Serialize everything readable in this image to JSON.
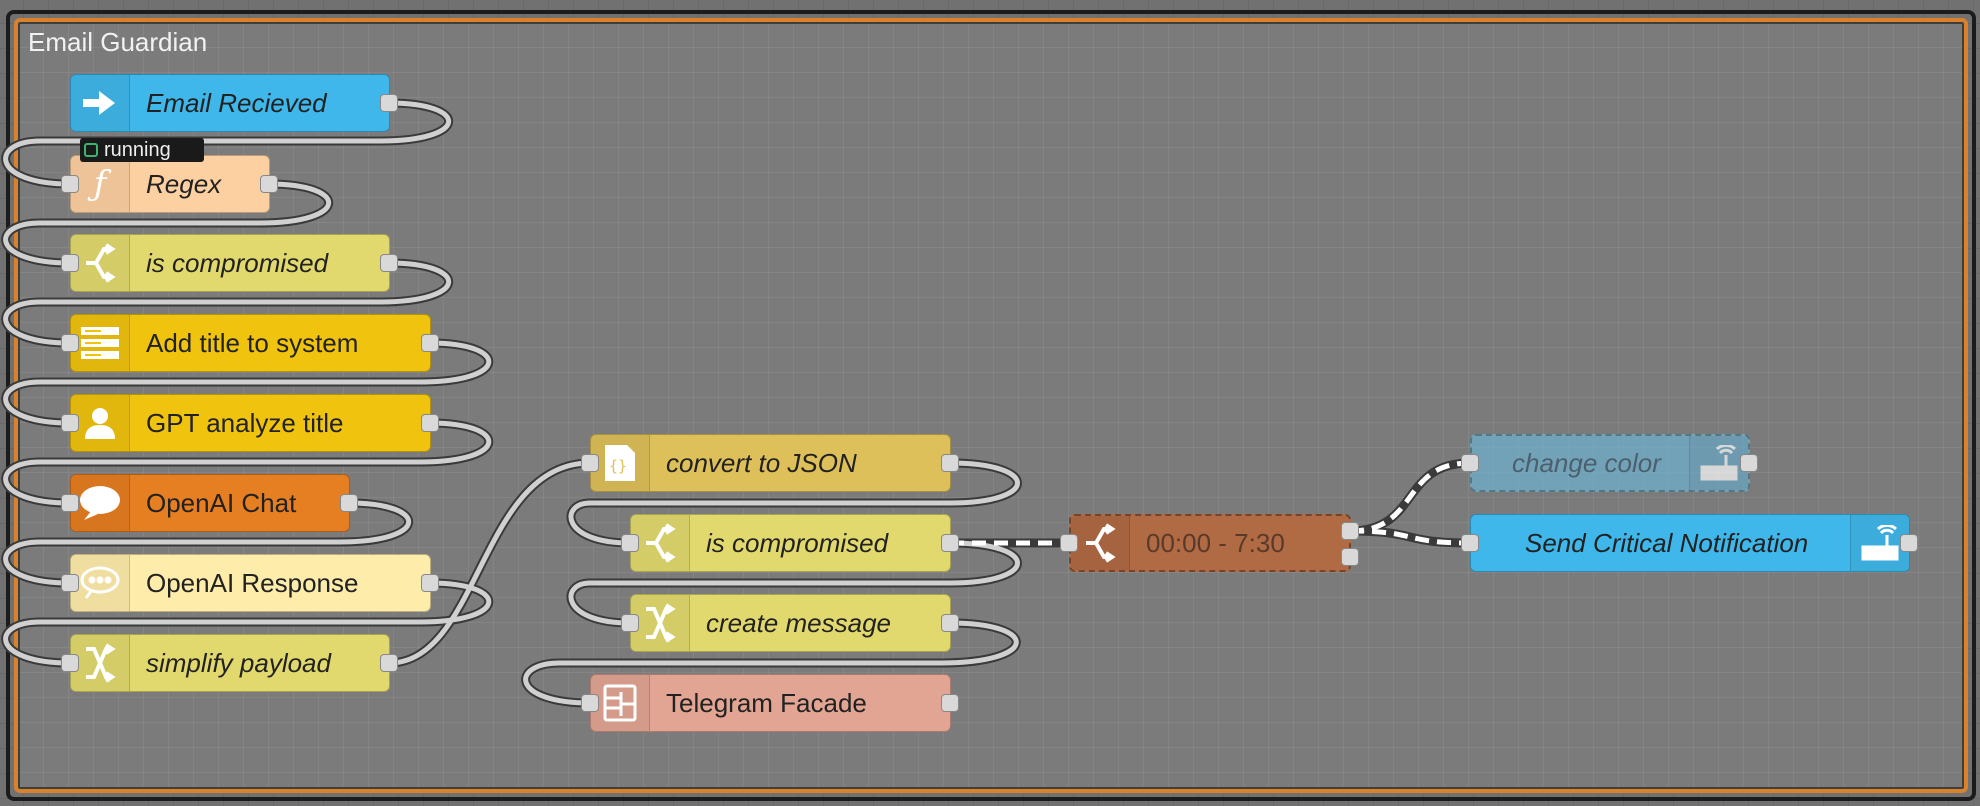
{
  "group": {
    "label": "Email Guardian"
  },
  "status": {
    "text": "running"
  },
  "colors": {
    "group_border": "#d9822b",
    "link": "#d0d0d0",
    "active_link": "#ffffff"
  },
  "nodes": [
    {
      "id": "email-recieved",
      "label": "Email Recieved",
      "icon": "arrow-right-icon",
      "color": "#3fb7ea"
    },
    {
      "id": "regex",
      "label": "Regex",
      "icon": "function-icon",
      "color": "#fdd0a2"
    },
    {
      "id": "is-compromised-1",
      "label": "is compromised",
      "icon": "switch-icon",
      "color": "#e2d96e"
    },
    {
      "id": "add-title",
      "label": "Add title to system",
      "icon": "server-icon",
      "color": "#f0c30f"
    },
    {
      "id": "gpt-analyze",
      "label": "GPT analyze title",
      "icon": "user-icon",
      "color": "#f0c30f"
    },
    {
      "id": "openai-chat",
      "label": "OpenAI Chat",
      "icon": "chat-bubble-icon",
      "color": "#e67e22"
    },
    {
      "id": "openai-response",
      "label": "OpenAI Response",
      "icon": "chat-dots-icon",
      "color": "#feecab"
    },
    {
      "id": "simplify-payload",
      "label": "simplify payload",
      "icon": "shuffle-icon",
      "color": "#e2d96e"
    },
    {
      "id": "convert-json",
      "label": "convert to JSON",
      "icon": "json-icon",
      "color": "#dec05a"
    },
    {
      "id": "is-compromised-2",
      "label": "is compromised",
      "icon": "switch-icon",
      "color": "#e2d96e"
    },
    {
      "id": "create-message",
      "label": "create message",
      "icon": "shuffle-icon",
      "color": "#e2d96e"
    },
    {
      "id": "telegram-facade",
      "label": "Telegram Facade",
      "icon": "subflow-icon",
      "color": "#e2a593"
    },
    {
      "id": "time-range",
      "label": "00:00 - 7:30",
      "icon": "switch-icon",
      "color": "#b06a44"
    },
    {
      "id": "change-color",
      "label": "change color",
      "icon": "router-icon",
      "color": "#6fb3d2"
    },
    {
      "id": "send-critical",
      "label": "Send Critical Notification",
      "icon": "router-icon",
      "color": "#3fb7ea"
    }
  ]
}
